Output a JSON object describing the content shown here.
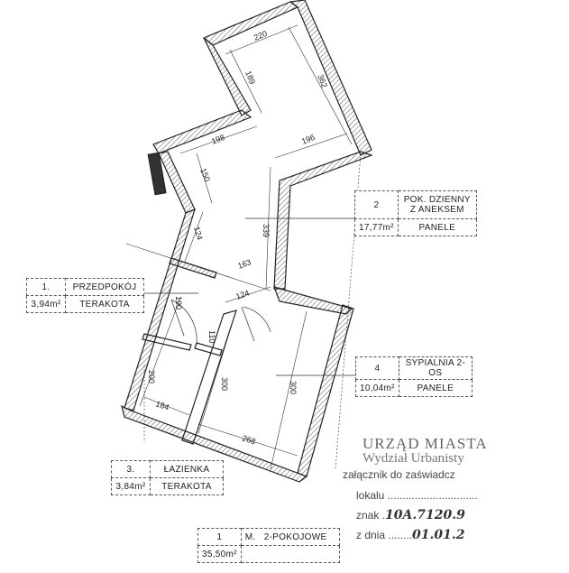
{
  "dimensions": {
    "d220": "220",
    "d189": "189",
    "d362": "362",
    "d196": "196",
    "d198": "198",
    "d150": "150",
    "d124a": "124",
    "d339": "339",
    "d163": "163",
    "d124b": "124",
    "d100": "100",
    "d200": "200",
    "d110": "110",
    "d300a": "300",
    "d300b": "300",
    "d184": "184",
    "d268": "268"
  },
  "rooms": [
    {
      "number": "1.",
      "name": "PRZEDPOKÓJ",
      "area": "3,94m²",
      "floor": "TERAKOTA"
    },
    {
      "number": "2",
      "name": "POK. DZIENNY Z ANEKSEM",
      "area": "17,77m²",
      "floor": "PANELE"
    },
    {
      "number": "3.",
      "name": "ŁAZIENKA",
      "area": "3,84m²",
      "floor": "TERAKOTA"
    },
    {
      "number": "4",
      "name": "SYPIALNIA 2-OS",
      "area": "10,04m²",
      "floor": "PANELE"
    }
  ],
  "summary": {
    "number": "1",
    "type": "M.",
    "rooms": "2-POKOJOWE",
    "area": "35,50m²"
  },
  "stamp": {
    "office": "URZĄD MIASTA",
    "department": "Wydział Urbanisty",
    "attachment": "załącznik do zaświadcz",
    "lokal_label": "lokalu",
    "lokal_dots": "..............................",
    "znak_label": "znak",
    "znak_value": "10A.7120.9",
    "zdnia_label": "z dnia",
    "zdnia_value": "01.01.2"
  },
  "colors": {
    "line": "#222222",
    "hatch": "#555555"
  }
}
